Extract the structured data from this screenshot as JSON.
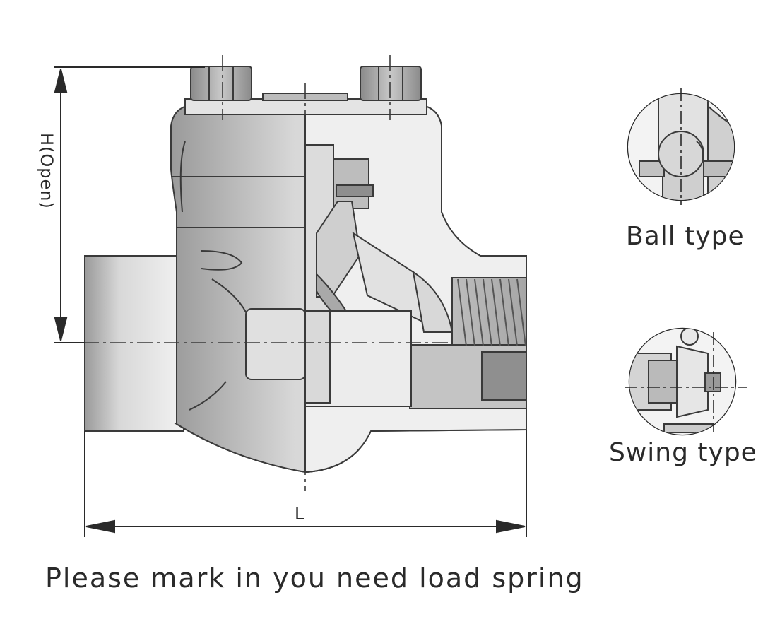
{
  "drawing": {
    "height_label": "H(Open)",
    "length_label": "L",
    "ball_type_label": "Ball type",
    "swing_type_label": "Swing type",
    "caption": "Please mark in you need load spring"
  },
  "colors": {
    "outline": "#3a3a3a",
    "body_light": "#ededed",
    "body_mid": "#d4d4d4",
    "body_dark": "#9c9c9c",
    "text": "#2a2a2a"
  }
}
